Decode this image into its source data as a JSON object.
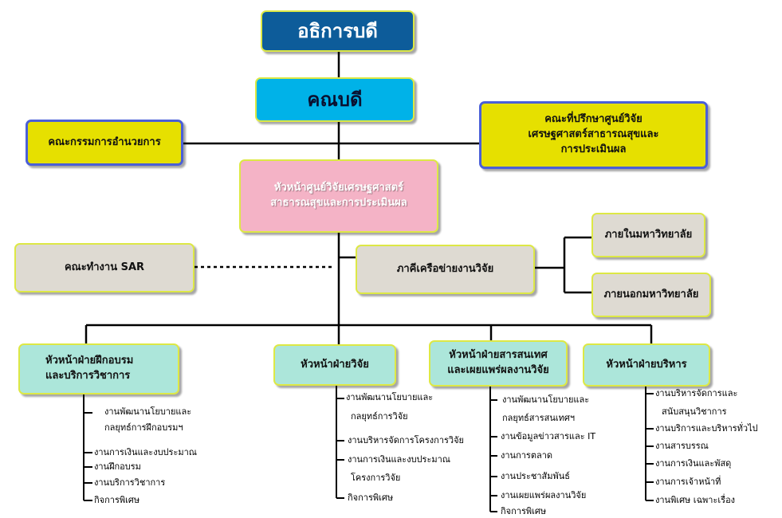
{
  "director": "อธิการบดี",
  "dean": "คณบดี",
  "admin_committee": "คณะกรรมการอำนวยการ",
  "advisory": [
    "คณะที่ปรึกษาศูนย์วิจัย",
    "เศรษฐศาสตร์สาธารณสุขและ",
    "การประเมินผล"
  ],
  "center_head": [
    "หัวหน้าศูนย์วิจัยเศรษฐศาสตร์",
    "สาธารณสุขและการประเมินผล"
  ],
  "sar_team": "คณะทำงาน SAR",
  "network": "ภาคีเครือข่ายงานวิจัย",
  "internal": "ภายในมหาวิทยาลัย",
  "external": "ภายนอกมหาวิทยาลัย",
  "divisions": [
    {
      "title": [
        "หัวหน้าฝ่ายฝึกอบรม",
        "และบริการวิชาการ"
      ],
      "tasks": [
        "งานพัฒนานโยบายและ",
        "กลยุทธ์การฝึกอบรมฯ",
        "งานการเงินและงบประมาณ",
        "งานฝึกอบรม",
        "งานบริการวิชาการ",
        "กิจการพิเศษ"
      ]
    },
    {
      "title": [
        "หัวหน้าฝ่ายวิจัย"
      ],
      "tasks": [
        "งานพัฒนานโยบายและ",
        "กลยุทธ์การวิจัย",
        "งานบริหารจัดการโครงการวิจัย",
        "งานการเงินและงบประมาณ",
        "โครงการวิจัย",
        "กิจการพิเศษ"
      ]
    },
    {
      "title": [
        "หัวหน้าฝ่ายสารสนเทศ",
        "และเผยแพร่ผลงานวิจัย"
      ],
      "tasks": [
        "งานพัฒนานโยบายและ",
        "กลยุทธ์สารสนเทศฯ",
        "งานข้อมูลข่าวสารและ IT",
        "งานการตลาด",
        "งานประชาสัมพันธ์",
        "งานเผยแพร่ผลงานวิจัย",
        "กิจการพิเศษ"
      ]
    },
    {
      "title": [
        "หัวหน้าฝ่ายบริหาร"
      ],
      "tasks": [
        "งานบริหารจัดการและ",
        "สนับสนุนวิชาการ",
        "งานบริการและบริหารทั่วไป",
        "งานสารบรรณ",
        "งานการเงินและพัสดุ",
        "งานการเจ้าหน้าที่",
        "งานพิเศษ เฉพาะเรื่อง"
      ]
    }
  ],
  "colors": {
    "navy": "#0d5c9a",
    "cyan": "#00b2e8",
    "yellow": "#e6e000",
    "pink": "#f4b3c6",
    "gray": "#dedad2",
    "mint": "#ace6da"
  }
}
